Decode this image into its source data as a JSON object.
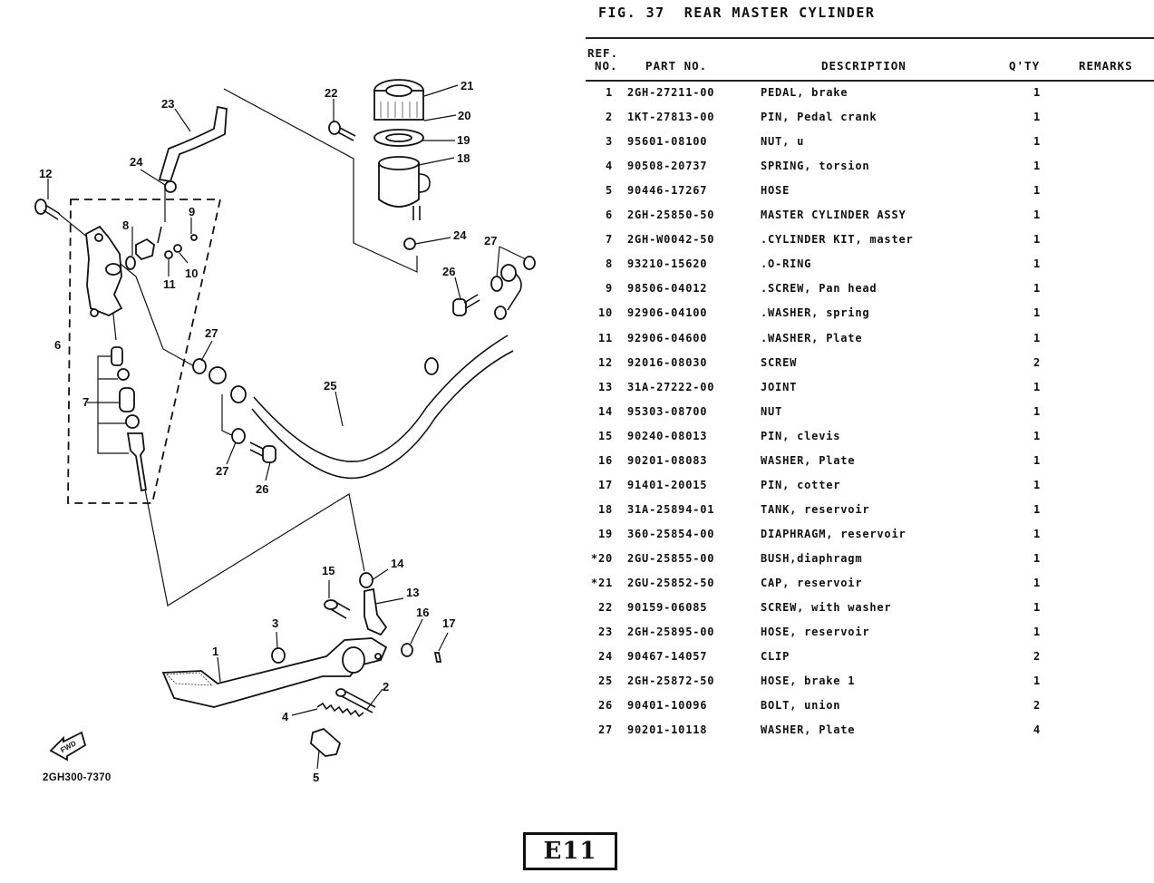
{
  "figure": {
    "title": "FIG. 37  REAR MASTER CYLINDER",
    "code": "2GH300-7370",
    "page_label": "E11",
    "fwd_label": "FWD"
  },
  "table": {
    "headers": {
      "ref_line1": "REF.",
      "ref_line2": "NO.",
      "part_no": "PART NO.",
      "description": "DESCRIPTION",
      "qty": "Q'TY",
      "remarks": "REMARKS"
    },
    "rows": [
      {
        "ref": "1",
        "part_no": "2GH-27211-00",
        "description": "PEDAL, brake",
        "qty": "1",
        "remarks": ""
      },
      {
        "ref": "2",
        "part_no": "1KT-27813-00",
        "description": "PIN, Pedal crank",
        "qty": "1",
        "remarks": ""
      },
      {
        "ref": "3",
        "part_no": "95601-08100",
        "description": "NUT, u",
        "qty": "1",
        "remarks": ""
      },
      {
        "ref": "4",
        "part_no": "90508-20737",
        "description": "SPRING, torsion",
        "qty": "1",
        "remarks": ""
      },
      {
        "ref": "5",
        "part_no": "90446-17267",
        "description": "HOSE",
        "qty": "1",
        "remarks": ""
      },
      {
        "ref": "6",
        "part_no": "2GH-25850-50",
        "description": "MASTER CYLINDER ASSY",
        "qty": "1",
        "remarks": ""
      },
      {
        "ref": "7",
        "part_no": "2GH-W0042-50",
        "description": ".CYLINDER KIT, master",
        "qty": "1",
        "remarks": ""
      },
      {
        "ref": "8",
        "part_no": "93210-15620",
        "description": ".O-RING",
        "qty": "1",
        "remarks": ""
      },
      {
        "ref": "9",
        "part_no": "98506-04012",
        "description": ".SCREW, Pan head",
        "qty": "1",
        "remarks": ""
      },
      {
        "ref": "10",
        "part_no": "92906-04100",
        "description": ".WASHER, spring",
        "qty": "1",
        "remarks": ""
      },
      {
        "ref": "11",
        "part_no": "92906-04600",
        "description": ".WASHER, Plate",
        "qty": "1",
        "remarks": ""
      },
      {
        "ref": "12",
        "part_no": "92016-08030",
        "description": "SCREW",
        "qty": "2",
        "remarks": ""
      },
      {
        "ref": "13",
        "part_no": "31A-27222-00",
        "description": "JOINT",
        "qty": "1",
        "remarks": ""
      },
      {
        "ref": "14",
        "part_no": "95303-08700",
        "description": "NUT",
        "qty": "1",
        "remarks": ""
      },
      {
        "ref": "15",
        "part_no": "90240-08013",
        "description": "PIN, clevis",
        "qty": "1",
        "remarks": ""
      },
      {
        "ref": "16",
        "part_no": "90201-08083",
        "description": "WASHER, Plate",
        "qty": "1",
        "remarks": ""
      },
      {
        "ref": "17",
        "part_no": "91401-20015",
        "description": "PIN, cotter",
        "qty": "1",
        "remarks": ""
      },
      {
        "ref": "18",
        "part_no": "31A-25894-01",
        "description": "TANK, reservoir",
        "qty": "1",
        "remarks": ""
      },
      {
        "ref": "19",
        "part_no": "360-25854-00",
        "description": "DIAPHRAGM, reservoir",
        "qty": "1",
        "remarks": ""
      },
      {
        "ref": "*20",
        "part_no": "2GU-25855-00",
        "description": "BUSH,diaphragm",
        "qty": "1",
        "remarks": ""
      },
      {
        "ref": "*21",
        "part_no": "2GU-25852-50",
        "description": "CAP, reservoir",
        "qty": "1",
        "remarks": ""
      },
      {
        "ref": "22",
        "part_no": "90159-06085",
        "description": "SCREW, with washer",
        "qty": "1",
        "remarks": ""
      },
      {
        "ref": "23",
        "part_no": "2GH-25895-00",
        "description": "HOSE, reservoir",
        "qty": "1",
        "remarks": ""
      },
      {
        "ref": "24",
        "part_no": "90467-14057",
        "description": "CLIP",
        "qty": "2",
        "remarks": ""
      },
      {
        "ref": "25",
        "part_no": "2GH-25872-50",
        "description": "HOSE, brake 1",
        "qty": "1",
        "remarks": ""
      },
      {
        "ref": "26",
        "part_no": "90401-10096",
        "description": "BOLT, union",
        "qty": "2",
        "remarks": ""
      },
      {
        "ref": "27",
        "part_no": "90201-10118",
        "description": "WASHER, Plate",
        "qty": "4",
        "remarks": ""
      }
    ]
  },
  "diagram": {
    "callouts": [
      "1",
      "2",
      "3",
      "4",
      "5",
      "6",
      "7",
      "8",
      "9",
      "10",
      "11",
      "12",
      "13",
      "14",
      "15",
      "16",
      "17",
      "18",
      "19",
      "20",
      "21",
      "22",
      "23",
      "24",
      "24",
      "25",
      "26",
      "26",
      "27",
      "27",
      "27"
    ]
  }
}
